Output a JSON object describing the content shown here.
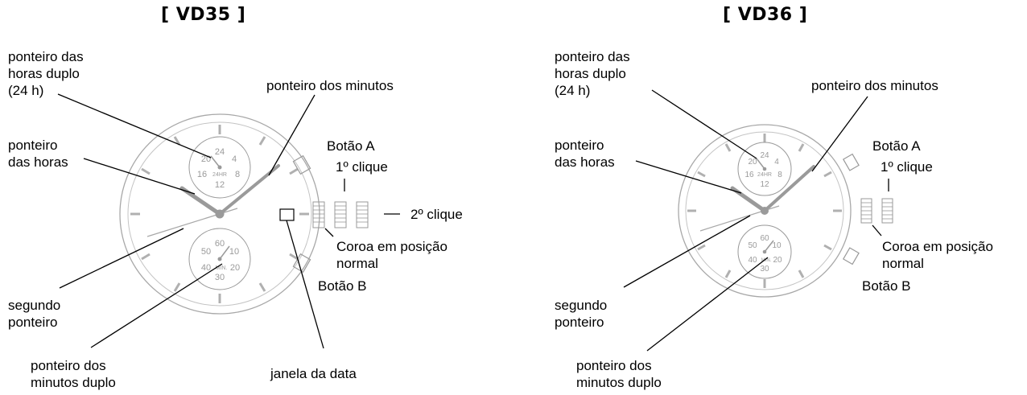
{
  "panels": [
    {
      "title": "[ VD35 ]",
      "labels": {
        "dual_hour_hand": [
          "ponteiro das",
          "horas duplo",
          "(24 h)"
        ],
        "minute_hand": "ponteiro dos minutos",
        "hour_hand": [
          "ponteiro",
          "das horas"
        ],
        "button_a": "Botão A",
        "click_1": "1º clique",
        "click_2": "2º clique",
        "crown_normal": [
          "Coroa em posição",
          "normal"
        ],
        "button_b": "Botão B",
        "second_hand": [
          "segundo",
          "ponteiro"
        ],
        "dual_minute_hand": [
          "ponteiro dos",
          "minutos duplo"
        ],
        "date_window": "janela da data"
      },
      "subdial_top": {
        "top": "24",
        "left": "20",
        "right": "4",
        "left_mid": "16",
        "center": "24HR",
        "right_mid": "8",
        "bottom": "12"
      },
      "subdial_bottom": {
        "top": "60",
        "left": "50",
        "right": "10",
        "left_mid": "40",
        "center": "MIN.",
        "right_mid": "20",
        "bottom": "30"
      }
    },
    {
      "title": "[ VD36 ]",
      "labels": {
        "dual_hour_hand": [
          "ponteiro das",
          "horas duplo",
          "(24 h)"
        ],
        "minute_hand": "ponteiro dos minutos",
        "hour_hand": [
          "ponteiro",
          "das horas"
        ],
        "button_a": "Botão A",
        "click_1": "1º clique",
        "crown_normal": [
          "Coroa em posição",
          "normal"
        ],
        "button_b": "Botão B",
        "second_hand": [
          "segundo",
          "ponteiro"
        ],
        "dual_minute_hand": [
          "ponteiro dos",
          "minutos duplo"
        ]
      },
      "subdial_top": {
        "top": "24",
        "left": "20",
        "right": "4",
        "left_mid": "16",
        "center": "24HR",
        "right_mid": "8",
        "bottom": "12"
      },
      "subdial_bottom": {
        "top": "60",
        "left": "50",
        "right": "10",
        "left_mid": "40",
        "center": "MIN.",
        "right_mid": "20",
        "bottom": "30"
      }
    }
  ]
}
